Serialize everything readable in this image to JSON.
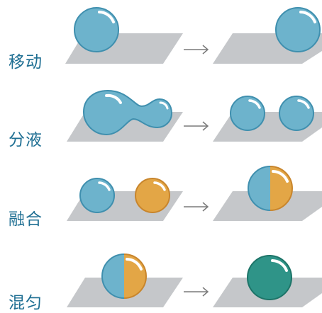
{
  "rows": [
    {
      "label": "移动"
    },
    {
      "label": "分液"
    },
    {
      "label": "融合"
    },
    {
      "label": "混匀"
    }
  ],
  "colors": {
    "plate": "#c5c7ca",
    "droplet_blue": "#6db3cc",
    "droplet_blue_edge": "#3f8fae",
    "droplet_orange": "#e3a646",
    "droplet_orange_edge": "#c8852c",
    "droplet_mixed": "#2f9488",
    "droplet_mixed_edge": "#1d7468",
    "arrow": "#7a7a7a",
    "label": "#1f6f93"
  },
  "icons": {
    "arrow": "arrow-right-icon"
  }
}
